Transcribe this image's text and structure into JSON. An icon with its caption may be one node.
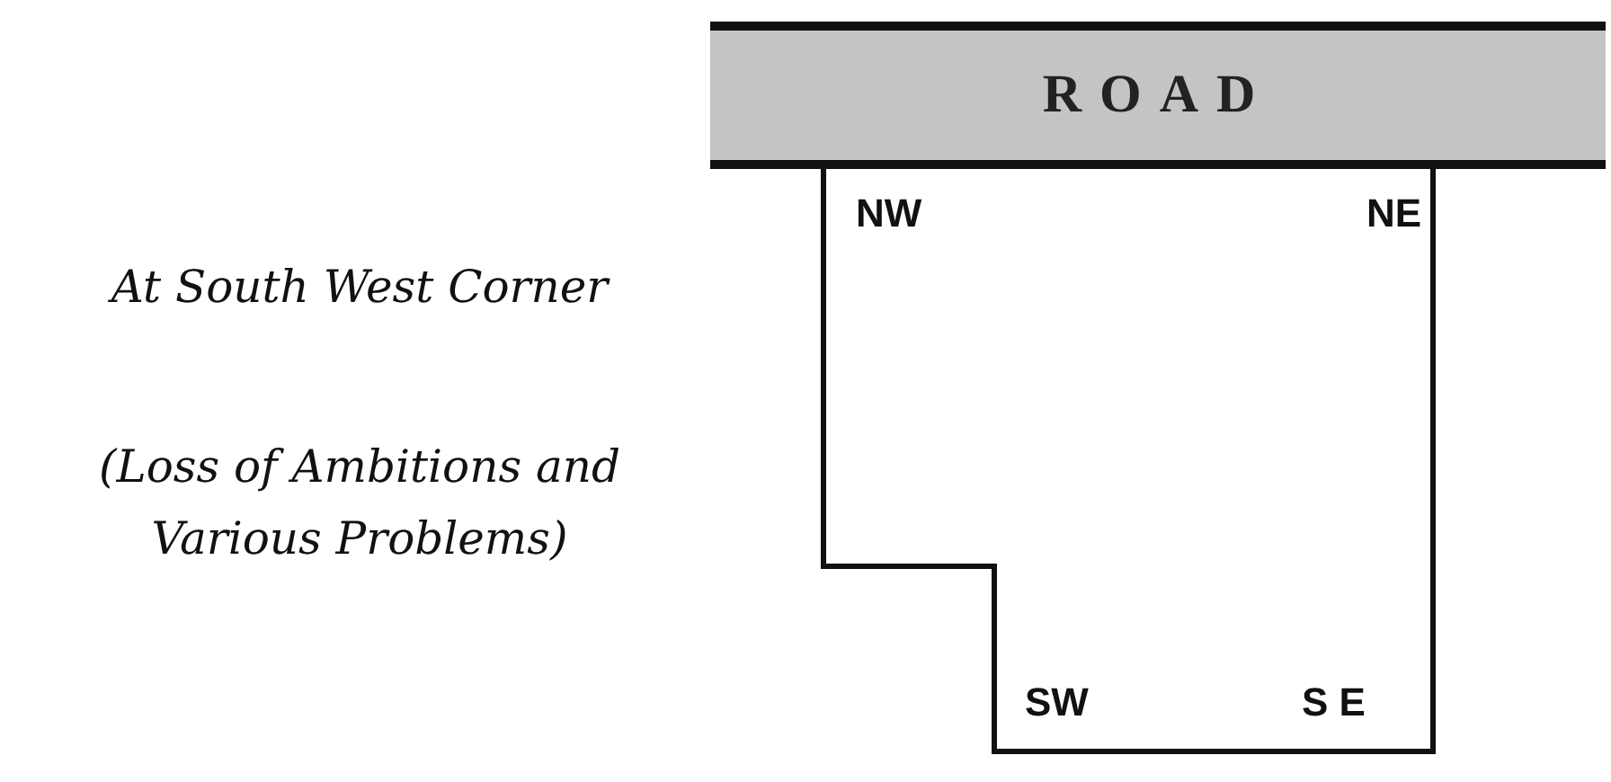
{
  "diagram": {
    "nodes": [
      {
        "text": [
          "ROAD"
        ]
      },
      {
        "text": [
          "NW",
          "NE",
          "SW",
          "S E"
        ]
      }
    ],
    "edges": [],
    "labels": [
      "At South West Corner",
      "(Loss of Ambitions and Various Problems)"
    ]
  }
}
